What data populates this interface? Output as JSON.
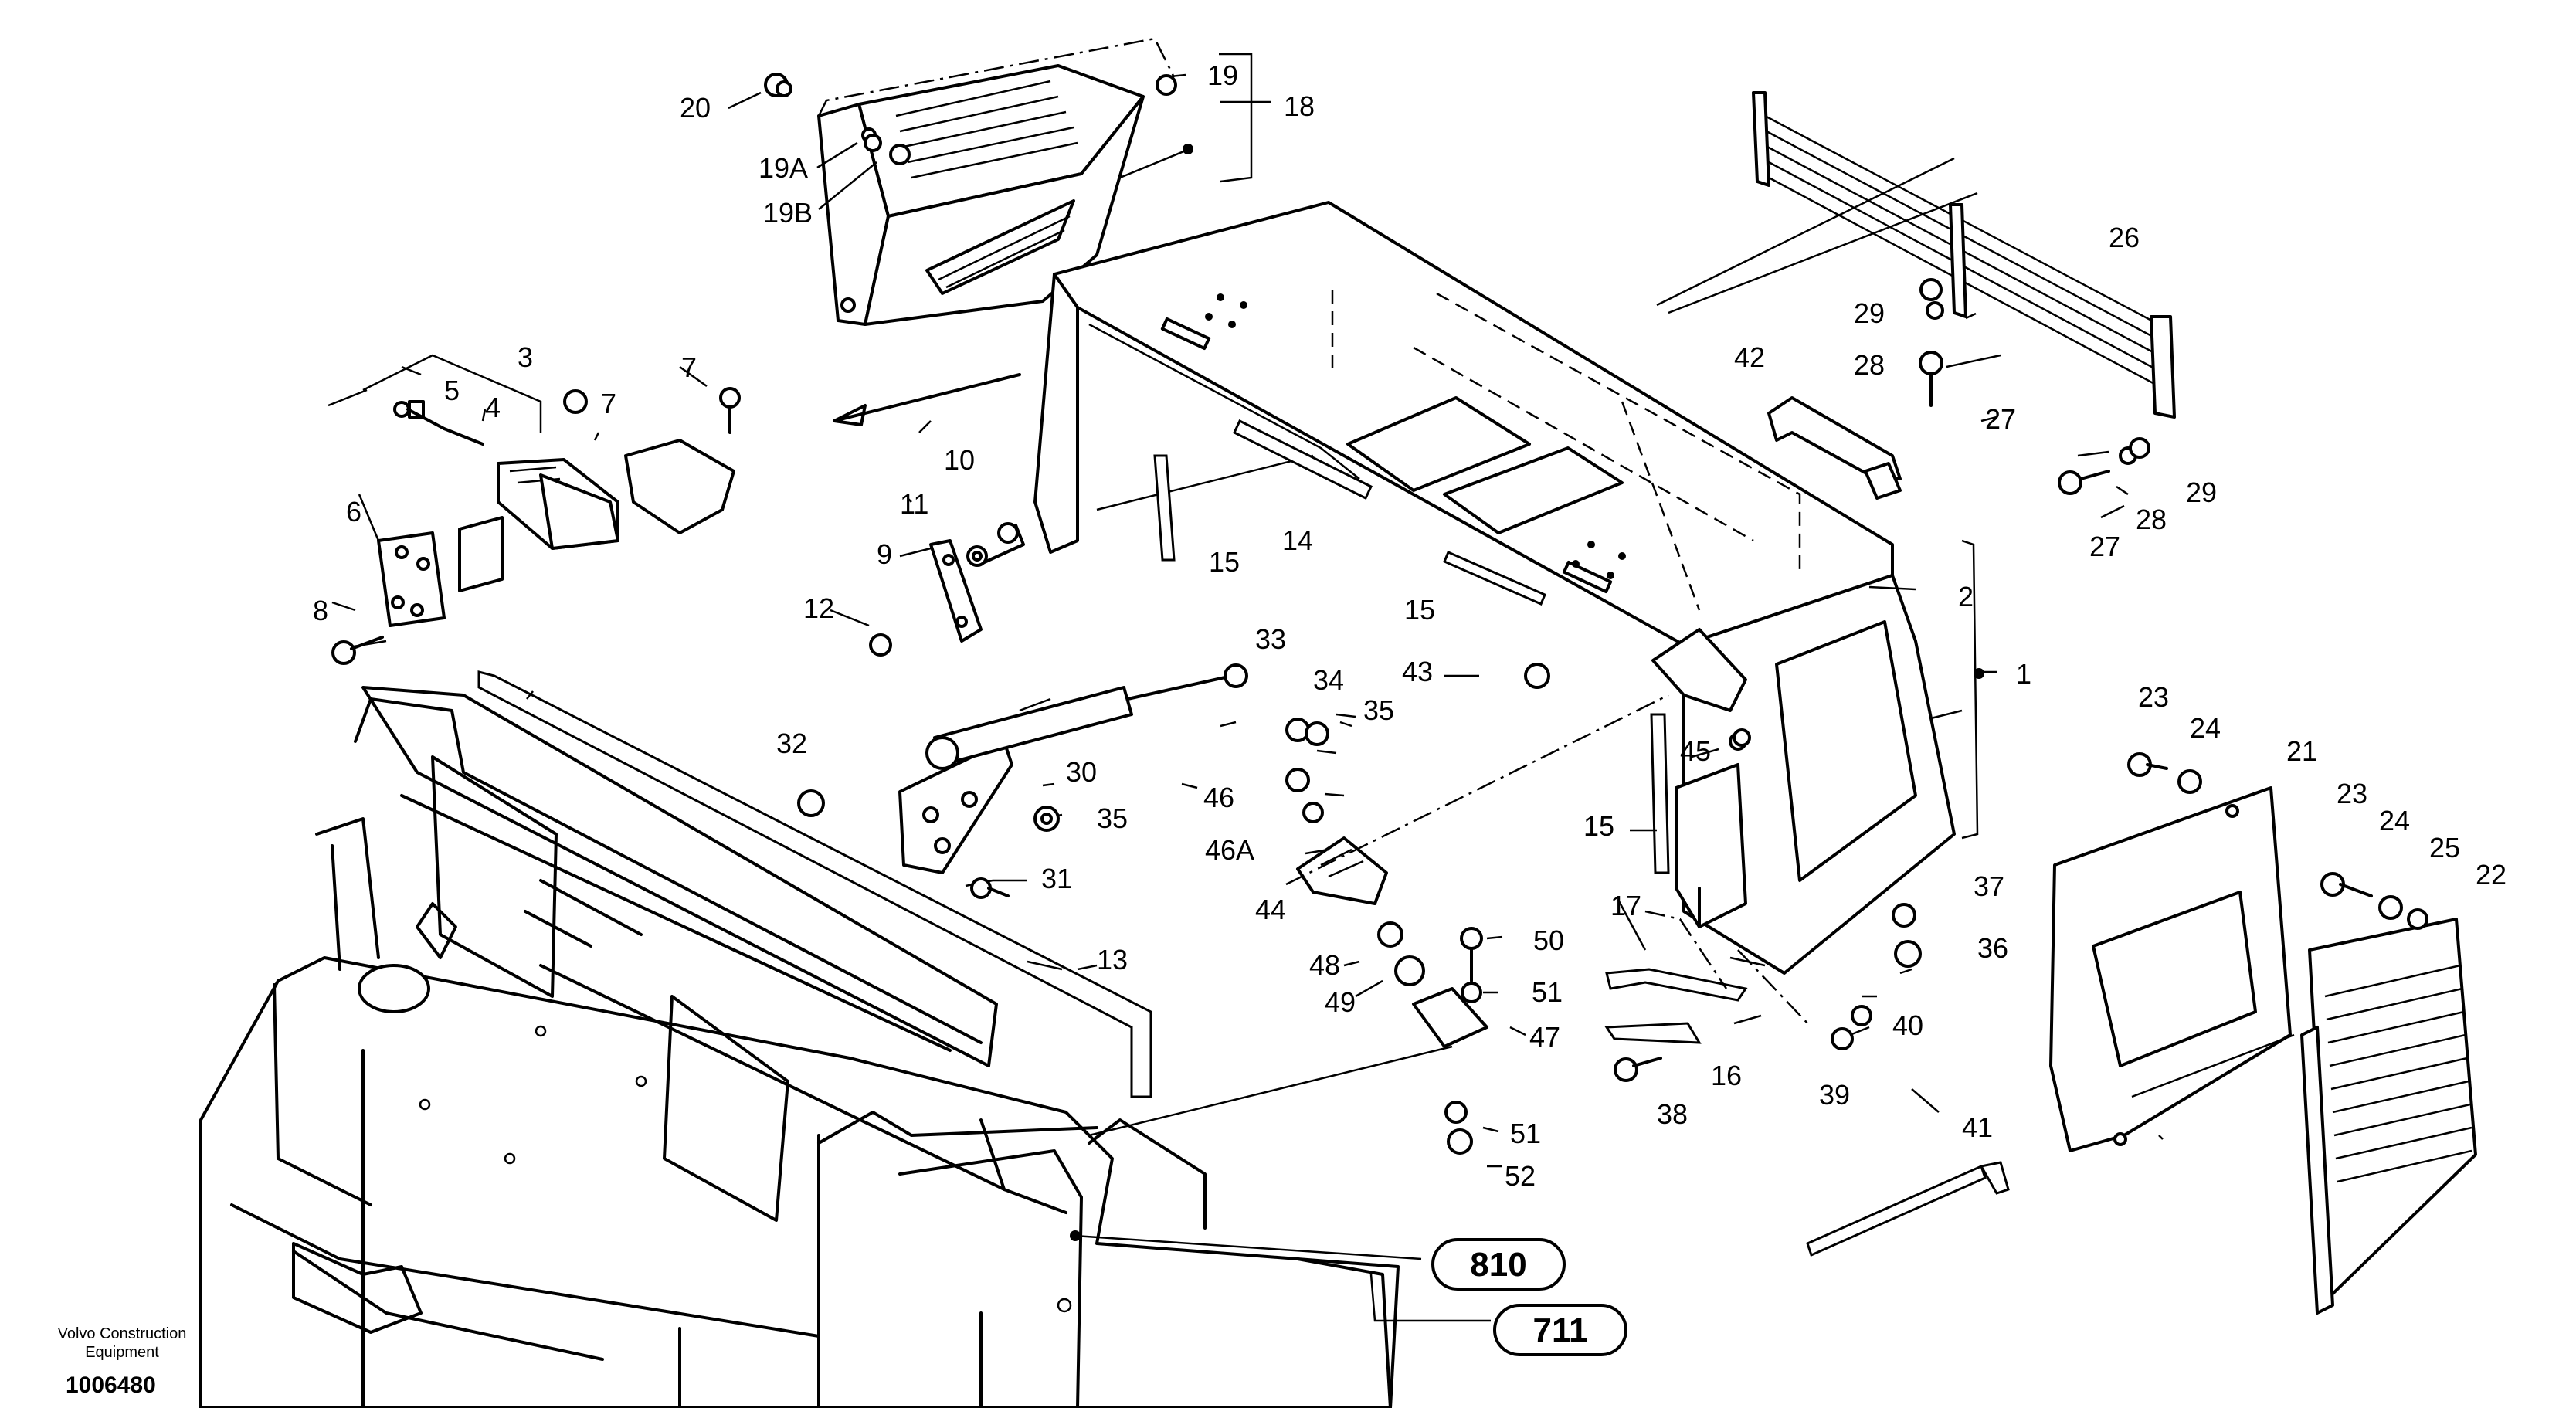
{
  "drawing": {
    "maker": "Volvo Construction",
    "maker_line2": "Equipment",
    "number": "1006480"
  },
  "references": [
    "810",
    "711"
  ],
  "labels": {
    "l1": "1",
    "l2": "2",
    "l3": "3",
    "l4": "4",
    "l5": "5",
    "l6": "6",
    "l7a": "7",
    "l7b": "7",
    "l8": "8",
    "l9": "9",
    "l10": "10",
    "l11": "11",
    "l12": "12",
    "l13": "13",
    "l14": "14",
    "l15a": "15",
    "l15b": "15",
    "l15c": "15",
    "l16": "16",
    "l17": "17",
    "l18": "18",
    "l19": "19",
    "l19A": "19A",
    "l19B": "19B",
    "l20": "20",
    "l21": "21",
    "l22": "22",
    "l23a": "23",
    "l23b": "23",
    "l24a": "24",
    "l24b": "24",
    "l25": "25",
    "l26": "26",
    "l27a": "27",
    "l27b": "27",
    "l28a": "28",
    "l28b": "28",
    "l29a": "29",
    "l29b": "29",
    "l30": "30",
    "l31": "31",
    "l32": "32",
    "l33": "33",
    "l34": "34",
    "l35a": "35",
    "l35b": "35",
    "l36": "36",
    "l37": "37",
    "l38": "38",
    "l39": "39",
    "l40": "40",
    "l41": "41",
    "l42": "42",
    "l43": "43",
    "l44": "44",
    "l45": "45",
    "l46": "46",
    "l46A": "46A",
    "l47": "47",
    "l48": "48",
    "l49": "49",
    "l50": "50",
    "l51a": "51",
    "l51b": "51",
    "l52": "52"
  }
}
